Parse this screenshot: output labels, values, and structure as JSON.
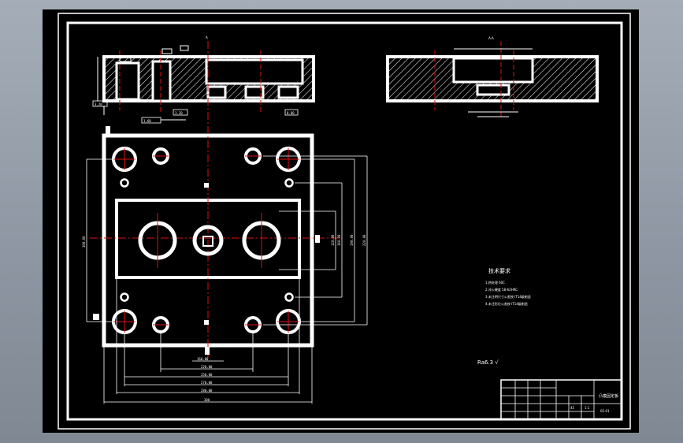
{
  "colors": {
    "background": "#000000",
    "lines": "#ffffff",
    "centerlines": "#e01010",
    "hatch": "#ffffff"
  },
  "sheet": {
    "view_label": "A",
    "section_label": "A-A"
  },
  "notes": {
    "heading": "技术要求",
    "items": [
      "1.热处理 60C",
      "2.淬火硬度 58-62HRC",
      "3.未注明尺寸公差按 IT14级制造",
      "4.未注形位公差按 IT14级制造"
    ]
  },
  "roughness": {
    "label": "Ra6.3 √"
  },
  "title_block": {
    "part_name": "凸模固定板",
    "scale": "1:1",
    "material": "45",
    "drawing_no": "02-01"
  },
  "dims": {
    "bottom": [
      "160.00",
      "220.00",
      "250.00",
      "270.00",
      "280.00",
      "300"
    ],
    "right": [
      "120.00",
      "160.00",
      "190.00",
      "220.00"
    ],
    "left": "300.00",
    "top": [
      "3.20",
      "1.60",
      "3.20",
      "0.80"
    ]
  }
}
